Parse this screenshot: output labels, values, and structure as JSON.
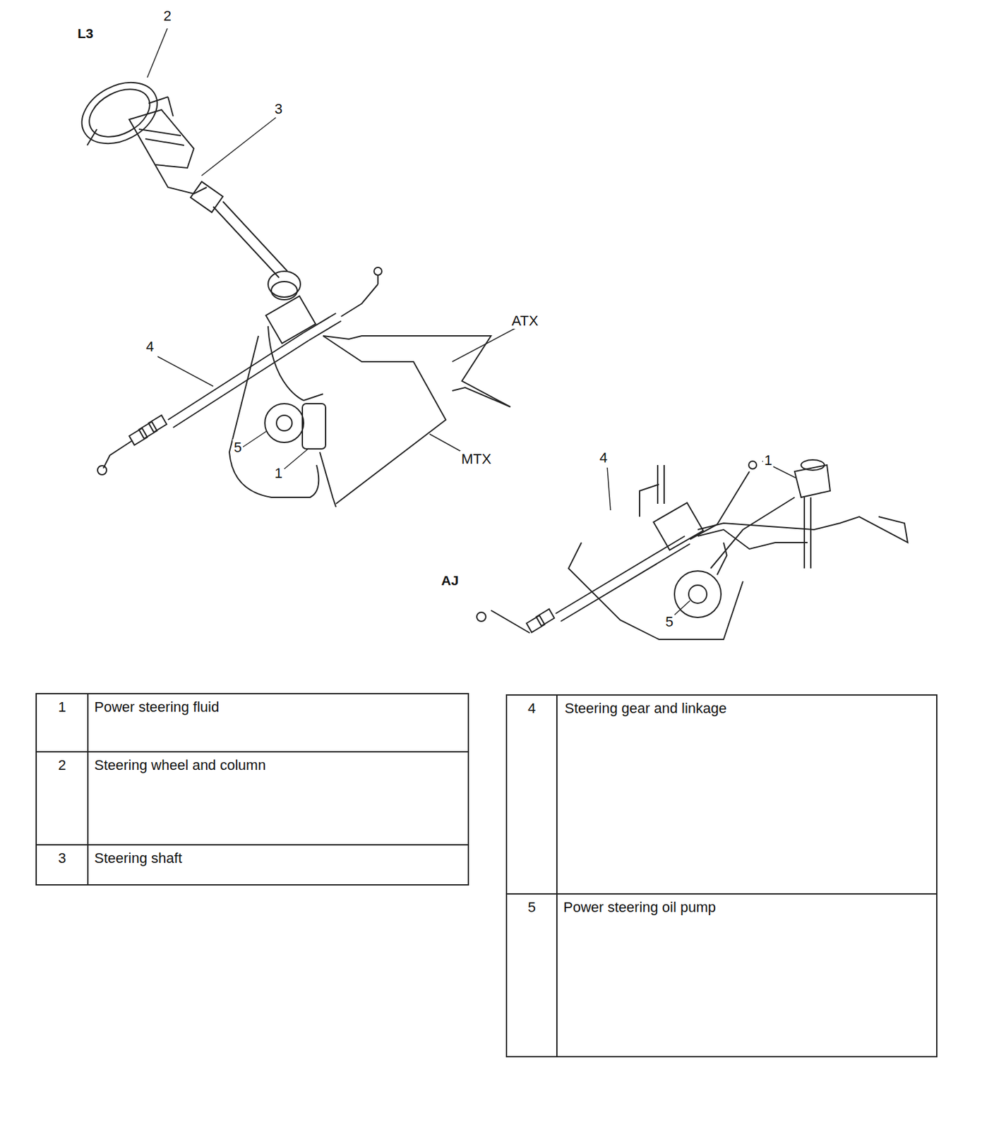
{
  "diagram": {
    "labels": [
      "2",
      "L3",
      "3",
      "ATX",
      "4",
      "5",
      "1",
      "MTX",
      "4",
      "1",
      "AJ",
      "5",
      "1",
      "Power steering fluid",
      "2",
      "Steering wheel and column",
      "3",
      "Steering shaft",
      "4",
      "Steering gear and linkage",
      "5",
      "Power steering oil pump"
    ]
  }
}
